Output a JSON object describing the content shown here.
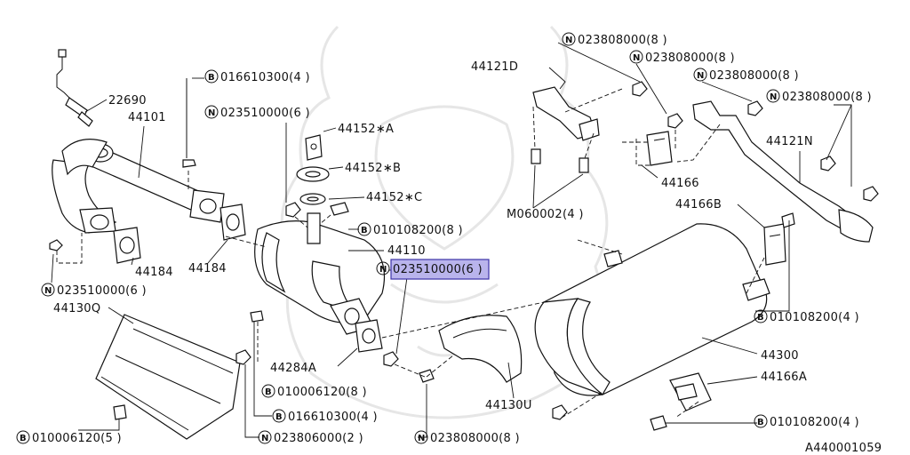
{
  "diagram_number": "A440001059",
  "labels": {
    "l_22690": "22690",
    "l_44101": "44101",
    "l_b016610300_top": "016610300(4 )",
    "l_n023510000_top": "023510000(6 )",
    "l_44152a": "44152∗A",
    "l_44152b": "44152∗B",
    "l_44152c": "44152∗C",
    "l_b010108200_mid": "010108200(8 )",
    "l_44110": "44110",
    "l_n023510000_hl": "023510000(6 )",
    "l_44184_left": "44184",
    "l_44184_right": "44184",
    "l_n023510000_left": "023510000(6 )",
    "l_44130q": "44130Q",
    "l_44284a": "44284A",
    "l_b010006120_8": "010006120(8 )",
    "l_b016610300_bot": "016610300(4 )",
    "l_n023806000": "023806000(2 )",
    "l_b010006120_5": "010006120(5 )",
    "l_44130u": "44130U",
    "l_n023808000_bot": "023808000(8 )",
    "l_44121d": "44121D",
    "l_n023808000_1": "023808000(8 )",
    "l_n023808000_2": "023808000(8 )",
    "l_n023808000_3": "023808000(8 )",
    "l_n023808000_4": "023808000(8 )",
    "l_44121n": "44121N",
    "l_44166": "44166",
    "l_m060002": "M060002(4 )",
    "l_44166b": "44166B",
    "l_b010108200_right": "010108200(4 )",
    "l_44300": "44300",
    "l_44166a": "44166A",
    "l_b010108200_bot": "010108200(4 )"
  },
  "prefix": {
    "bolt": "B",
    "nut": "N"
  }
}
